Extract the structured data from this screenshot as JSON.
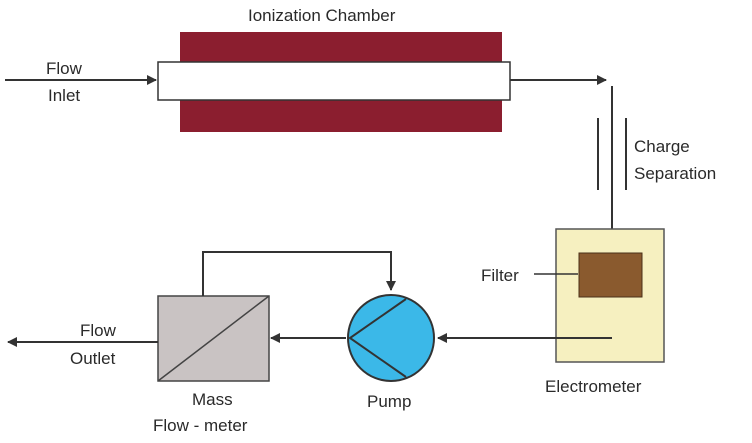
{
  "labels": {
    "title": "Ionization Chamber",
    "inlet_line1": "Flow",
    "inlet_line2": "Inlet",
    "charge_line1": "Charge",
    "charge_line2": "Separation",
    "filter": "Filter",
    "electrometer": "Electrometer",
    "pump": "Pump",
    "outlet_line1": "Flow",
    "outlet_line2": "Outlet",
    "mass_line1": "Mass",
    "mass_line2": "Flow - meter"
  },
  "colors": {
    "chamber": "#8b1e2f",
    "electrometer_box": "#f6f0c0",
    "filter": "#8a5a2e",
    "pump": "#3bb8e8",
    "flowmeter": "#c9c3c3",
    "line": "#333333"
  },
  "icons": {
    "pump": "pump-icon",
    "flowmeter": "flowmeter-icon"
  }
}
